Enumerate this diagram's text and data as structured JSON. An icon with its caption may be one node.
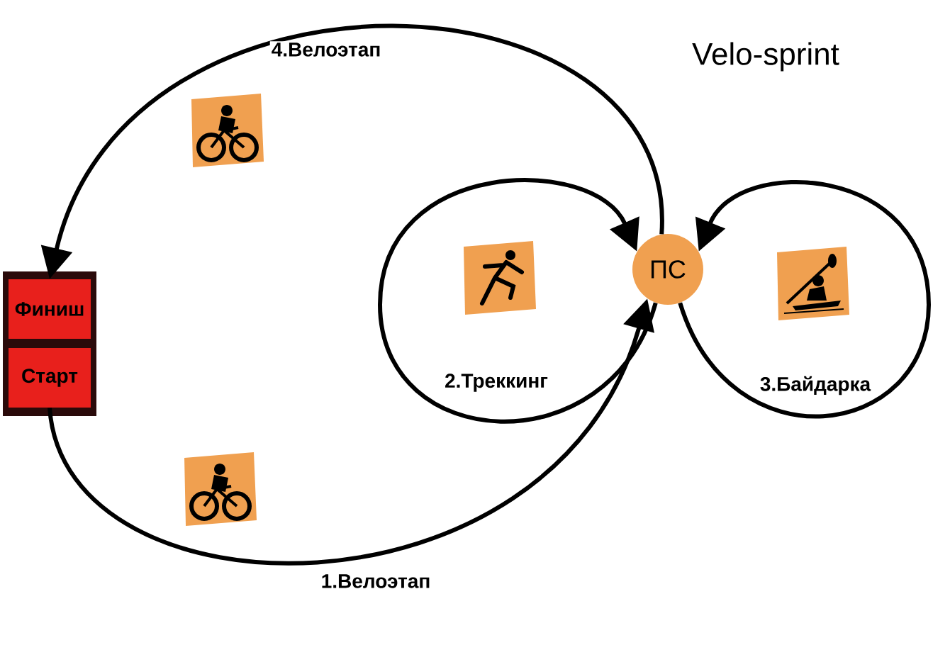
{
  "diagram": {
    "title": "Velo-sprint",
    "nodes": [
      {
        "text": [],
        "shape": "box"
      },
      {
        "text": [
          "Финиш"
        ],
        "in": 0
      },
      {
        "text": [
          "Старт"
        ],
        "in": 0
      },
      {
        "text": [
          "ПС"
        ]
      }
    ],
    "edges": [
      {
        "from": 2,
        "to": 3,
        "arrow": "to",
        "label": "1.Велоэтап"
      },
      {
        "from": 3,
        "to": 3,
        "arrow": "to",
        "label": "2.Треккинг"
      },
      {
        "from": 3,
        "to": 3,
        "arrow": "to",
        "label": "3.Байдарка"
      },
      {
        "from": 3,
        "to": 1,
        "arrow": "to",
        "label": "4.Велоэтап"
      }
    ]
  }
}
